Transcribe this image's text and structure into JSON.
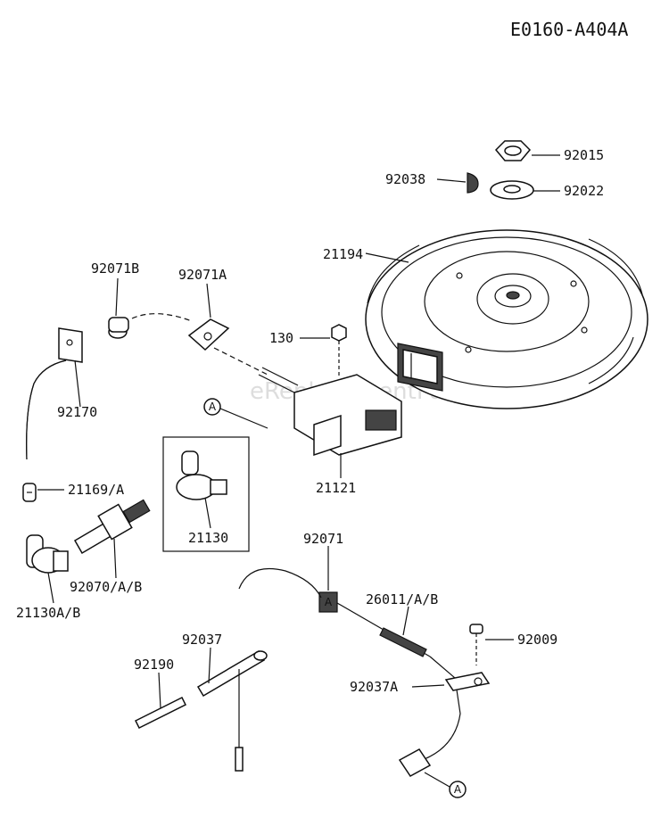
{
  "diagram_code": "E0160-A404A",
  "watermark": "eReplacementParts.com",
  "ref_marker": "A",
  "parts": {
    "nut": "92015",
    "key": "92038",
    "washer": "92022",
    "flywheel": "21194",
    "cap_92071b": "92071B",
    "clip_92071a": "92071A",
    "bracket_92170": "92170",
    "screw_130": "130",
    "coil_21121": "21121",
    "terminal_21169": "21169/A",
    "plug_cap_21130": "21130",
    "spark_plug": "92070/A/B",
    "plug_cap_21130ab": "21130A/B",
    "clamp_92071": "92071",
    "lead_26011": "26011/A/B",
    "screw_92009": "92009",
    "wire_92037": "92037",
    "tube_92190": "92190",
    "clamp_92037a": "92037A"
  }
}
